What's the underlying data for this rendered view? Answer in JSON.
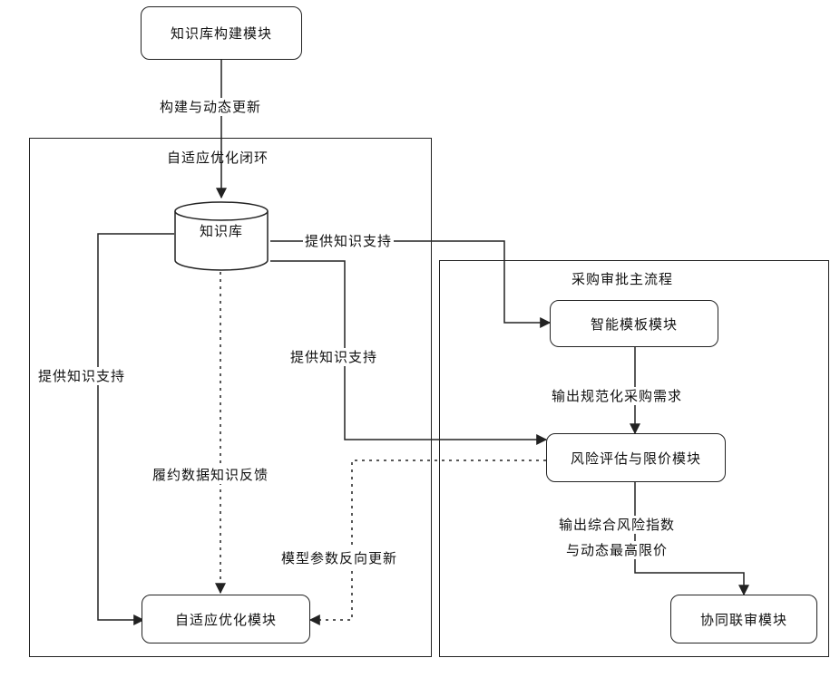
{
  "modules": {
    "kb_build": "知识库构建模块",
    "knowledge_base": "知识库",
    "smart_template": "智能模板模块",
    "risk_eval": "风险评估与限价模块",
    "adaptive_opt": "自适应优化模块",
    "collab_review": "协同联审模块"
  },
  "containers": {
    "adaptive_loop": "自适应优化闭环",
    "procurement_flow": "采购审批主流程"
  },
  "edges": {
    "build_update": "构建与动态更新",
    "kb_support_top": "提供知识支持",
    "kb_support_left": "提供知识支持",
    "kb_support_mid": "提供知识支持",
    "standard_demand": "输出规范化采购需求",
    "risk_output_line1": "输出综合风险指数",
    "risk_output_line2": "与动态最高限价",
    "performance_feedback": "履约数据知识反馈",
    "param_update": "模型参数反向更新"
  }
}
